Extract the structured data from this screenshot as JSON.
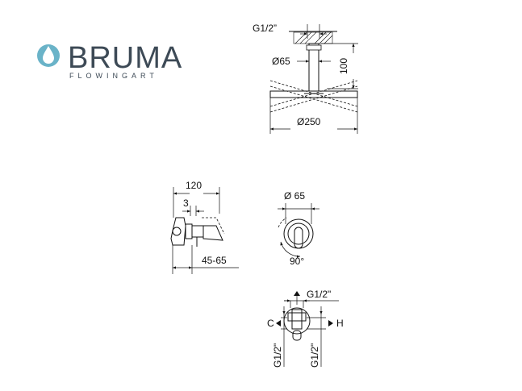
{
  "logo": {
    "name": "BRUMA",
    "tagline": "FLOWINGART",
    "color": "#3d4a56",
    "drop_color": "#6ab3c8"
  },
  "shower_head_view": {
    "thread_label": "G1/2”",
    "arm_diameter_label": "Ø65",
    "height_label": "100",
    "head_diameter_label": "Ø250"
  },
  "side_view": {
    "width_label": "120",
    "offset_label": "3",
    "depth_label": "45-65"
  },
  "front_view": {
    "diameter_label": "Ø 65",
    "rotation_label": "90°"
  },
  "valve_view": {
    "top_thread_label": "G1/2\"",
    "cold_label": "C",
    "hot_label": "H",
    "bottom_left_thread_label": "G1/2\"",
    "bottom_right_thread_label": "G1/2\""
  }
}
